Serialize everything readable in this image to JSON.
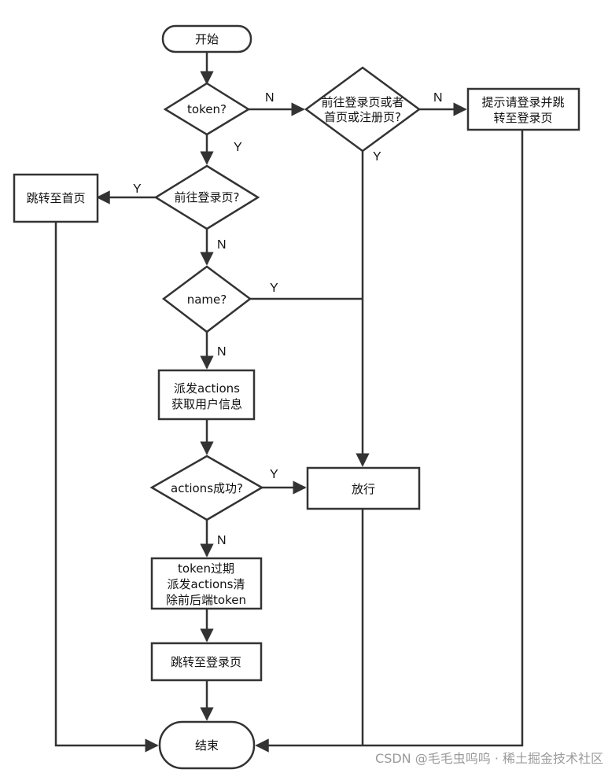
{
  "nodes": {
    "start": "开始",
    "token_check": "token?",
    "login_or_home_check": [
      "前往登录页或者",
      "首页或注册页?"
    ],
    "prompt_login": [
      "提示请登录并跳",
      "转至登录页"
    ],
    "to_login_check": "前往登录页?",
    "goto_home": "跳转至首页",
    "name_check": "name?",
    "dispatch_userinfo": [
      "派发actions",
      "获取用户信息"
    ],
    "actions_success_check": "actions成功?",
    "allow": "放行",
    "token_expired": [
      "token过期",
      "派发actions清",
      "除前后端token"
    ],
    "goto_login": "跳转至登录页",
    "end": "结束"
  },
  "edge_labels": {
    "token_no": "N",
    "token_yes": "Y",
    "login_home_no": "N",
    "login_home_yes": "Y",
    "to_login_yes": "Y",
    "to_login_no": "N",
    "name_yes": "Y",
    "name_no": "N",
    "success_yes": "Y",
    "success_no": "N"
  },
  "watermark": "CSDN @毛毛虫呜呜 · 稀土掘金技术社区"
}
